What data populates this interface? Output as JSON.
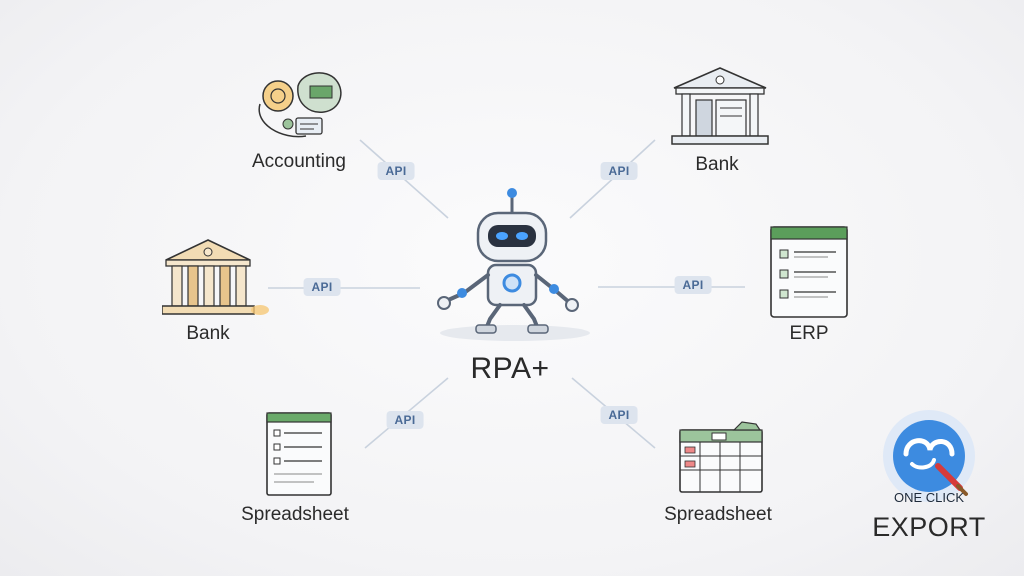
{
  "center": {
    "label": "RPA+"
  },
  "nodes": {
    "accounting_top_left": {
      "label": "Accounting"
    },
    "bank_top_right": {
      "label": "Bank"
    },
    "bank_mid_left": {
      "label": "Bank"
    },
    "erp_mid_right": {
      "label": "ERP"
    },
    "spreadsheet_bottom_left": {
      "label": "Spreadsheet"
    },
    "spreadsheet_bottom_right": {
      "label": "Spreadsheet"
    }
  },
  "connections": [
    {
      "label": "API"
    },
    {
      "label": "API"
    },
    {
      "label": "API"
    },
    {
      "label": "API"
    },
    {
      "label": "API"
    },
    {
      "label": "API"
    }
  ],
  "badge": {
    "line1": "ONE CLICK",
    "line2": "EXPORT"
  },
  "colors": {
    "accent_blue": "#3d8be0",
    "api_badge_bg": "#dde4ee",
    "api_badge_text": "#4a6a96",
    "sheet_green": "#5b9e5b",
    "bank_gold": "#c8a060"
  },
  "icons": [
    "robot-icon",
    "accounting-icon",
    "bank-icon",
    "erp-icon",
    "spreadsheet-icon",
    "export-badge-icon"
  ]
}
